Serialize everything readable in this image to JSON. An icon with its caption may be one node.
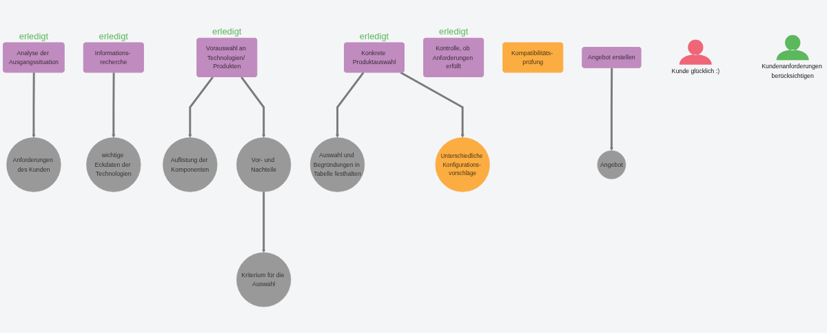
{
  "diagram": {
    "nodes": [
      {
        "text": [
          "Analyse der Ausgangssituation"
        ],
        "beside": [
          "erledigt"
        ]
      },
      {
        "text": [
          "Informations- recherche"
        ],
        "beside": [
          "erledigt"
        ]
      },
      {
        "text": [
          "Vorauswahl an Technologien/ Produkten"
        ],
        "beside": [
          "erledigt"
        ]
      },
      {
        "text": [
          "Konkrete Produktauswahl"
        ],
        "beside": [
          "erledigt"
        ]
      },
      {
        "text": [
          "Kontrolle, ob Anforderungen erfüllt"
        ],
        "beside": [
          "erledigt"
        ]
      },
      {
        "text": [
          "Kompatibilitäts- prüfung"
        ]
      },
      {
        "text": [
          "Angebot erstellen"
        ]
      },
      {
        "text": [
          "Kunde glücklich :)"
        ]
      },
      {
        "text": [
          "Anforderungen des Kunden"
        ]
      },
      {
        "text": [
          "wichtige Eckdaten der Technologien"
        ]
      },
      {
        "text": [
          "Auflistung der Komponenten"
        ]
      },
      {
        "text": [
          "Vor- und Nachteile"
        ]
      },
      {
        "text": [
          "Auswahl und Begründungen in Tabelle festhalten"
        ]
      },
      {
        "text": [
          "Unterschiedliche Konfigurations- vorschläge"
        ]
      },
      {
        "text": [
          "Angebot"
        ]
      },
      {
        "text": [
          "Kriterium für die Auswahl"
        ]
      },
      {
        "text": [
          "Kundenanforderungen berücksichtigen"
        ]
      }
    ],
    "edges": [
      {
        "from": 0,
        "to": 8,
        "arrow": "to"
      },
      {
        "from": 1,
        "to": 9,
        "arrow": "to"
      },
      {
        "from": 2,
        "to": 10,
        "arrow": "to"
      },
      {
        "from": 2,
        "to": 11,
        "arrow": "to"
      },
      {
        "from": 3,
        "to": 12,
        "arrow": "to"
      },
      {
        "from": 3,
        "to": 13,
        "arrow": "to"
      },
      {
        "from": 6,
        "to": 14,
        "arrow": "to"
      },
      {
        "from": 11,
        "to": 15,
        "arrow": "to"
      }
    ]
  }
}
